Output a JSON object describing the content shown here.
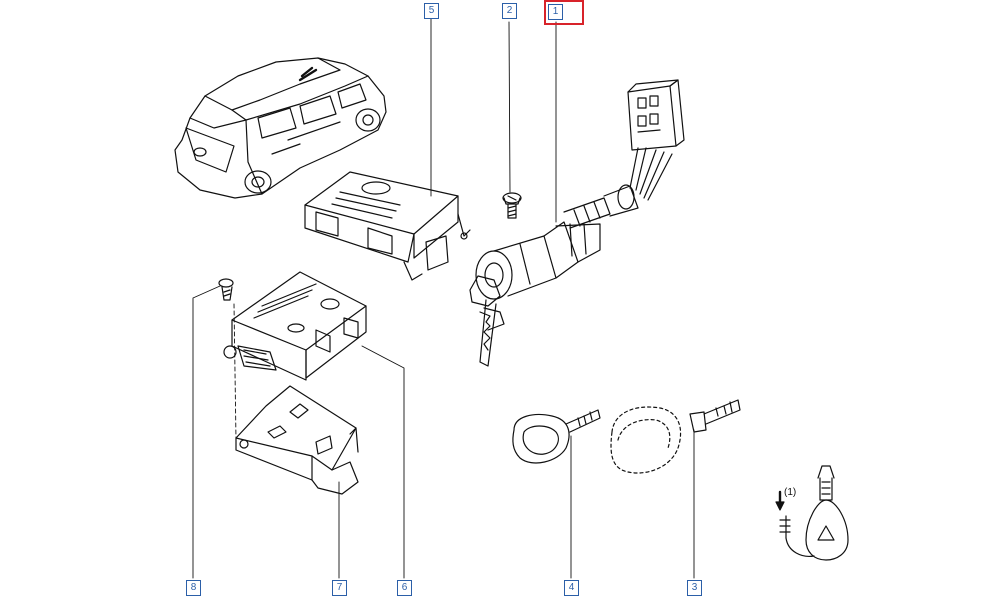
{
  "callouts": {
    "c1": "1",
    "c2": "2",
    "c3": "3",
    "c4": "4",
    "c5": "5",
    "c6": "6",
    "c7": "7",
    "c8": "8"
  },
  "note": "(1)",
  "colors": {
    "line": "#111111",
    "callout": "#2b5fa8",
    "highlight": "#d8232a"
  }
}
